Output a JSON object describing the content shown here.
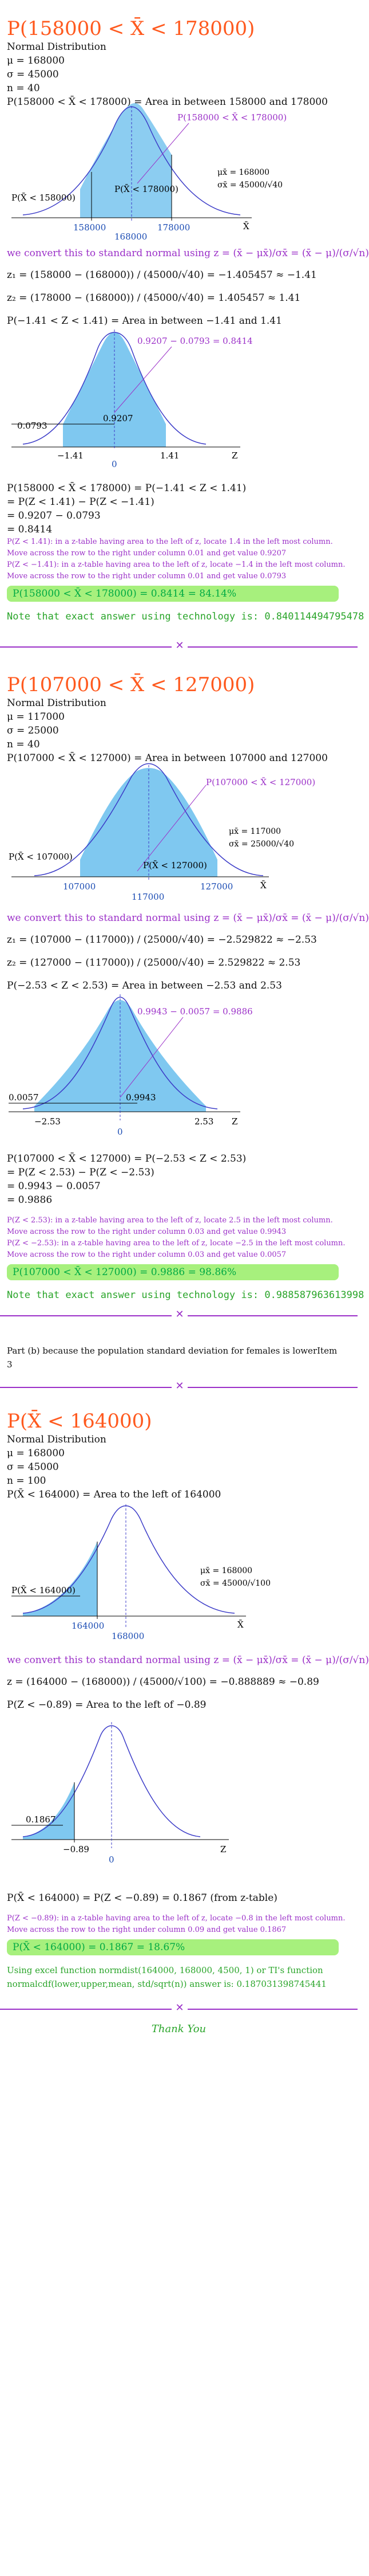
{
  "part_a": {
    "title": "P(158000 < X̄ < 178000)",
    "lines": [
      "Normal Distribution",
      "μ = 168000",
      "σ = 45000",
      "n = 40"
    ],
    "area_line": "P(158000 < X̄ < 178000) = Area in between 158000 and 178000",
    "graph1": {
      "label_area": "P(158000 < X̄ < 178000)",
      "label_region": "P(X̄ < 178000)",
      "label_left": "P(X̄ < 158000)",
      "mu_label": "μx̄ = 168000",
      "sigma_label": "σx̄ = 45000/√40",
      "ticks": [
        "158000",
        "178000"
      ],
      "center": "168000",
      "axis": "X̄"
    },
    "convert_line": "we convert this to standard normal using z = (x̄ − μx̄)/σx̄ = (x̄ − μ)/(σ/√n)",
    "z1": "z₁ = (158000 − (168000)) / (45000/√40) = −1.405457 ≈ −1.41",
    "z2": "z₂ = (178000 − (168000)) / (45000/√40) = 1.405457 ≈ 1.41",
    "z_area": "P(−1.41 < Z < 1.41) = Area in between −1.41 and 1.41",
    "graph2": {
      "label_top": "0.9207 − 0.0793 = 0.8414",
      "label_mid": "0.9207",
      "label_left": "0.0793",
      "ticks": [
        "−1.41",
        "1.41"
      ],
      "zero": "0",
      "axis": "Z"
    },
    "steps": [
      "P(158000 < X̄ < 178000) = P(−1.41 < Z < 1.41)",
      "= P(Z < 1.41) − P(Z < −1.41)",
      "= 0.9207 − 0.0793",
      "= 0.8414"
    ],
    "note1": "P(Z < 1.41): in a z-table having area to the left of z, locate 1.4 in the left most column. Move across the row to the right under column 0.01 and get value 0.9207",
    "note2": "P(Z < −1.41): in a z-table having area to the left of z, locate −1.4 in the left most column. Move across the row to the right under column 0.01 and get value 0.0793",
    "result": "P(158000 < X̄ < 178000) = 0.8414 = 84.14%",
    "tech": "Note that exact answer using technology is: 0.840114494795478"
  },
  "part_b": {
    "title": "P(107000 < X̄ < 127000)",
    "lines": [
      "Normal Distribution",
      "μ = 117000",
      "σ = 25000",
      "n = 40"
    ],
    "area_line": "P(107000 < X̄ < 127000) = Area in between 107000 and 127000",
    "graph1": {
      "label_area": "P(107000 < X̄ < 127000)",
      "label_region": "P(X̄ < 127000)",
      "label_left": "P(X̄ < 107000)",
      "mu_label": "μx̄ = 117000",
      "sigma_label": "σx̄ = 25000/√40",
      "ticks": [
        "107000",
        "127000"
      ],
      "center": "117000",
      "axis": "X̄"
    },
    "convert_line": "we convert this to standard normal using z = (x̄ − μx̄)/σx̄ = (x̄ − μ)/(σ/√n)",
    "z1": "z₁ = (107000 − (117000)) / (25000/√40) = −2.529822 ≈ −2.53",
    "z2": "z₂ = (127000 − (117000)) / (25000/√40) = 2.529822 ≈ 2.53",
    "z_area": "P(−2.53 < Z < 2.53) = Area in between −2.53 and 2.53",
    "graph2": {
      "label_top": "0.9943 − 0.0057 = 0.9886",
      "label_mid": "0.9943",
      "label_left": "0.0057",
      "ticks": [
        "−2.53",
        "2.53"
      ],
      "zero": "0",
      "axis": "Z"
    },
    "steps": [
      "P(107000 < X̄ < 127000) = P(−2.53 < Z < 2.53)",
      "= P(Z < 2.53) − P(Z < −2.53)",
      "= 0.9943 − 0.0057",
      "= 0.9886"
    ],
    "note1": "P(Z < 2.53): in a z-table having area to the left of z, locate 2.5 in the left most column. Move across the row to the right under column 0.03 and get value 0.9943",
    "note2": "P(Z < −2.53): in a z-table having area to the left of z, locate −2.5 in the left most column. Move across the row to the right under column 0.03 and get value 0.0057",
    "result": "P(107000 < X̄ < 127000) = 0.9886 = 98.86%",
    "tech": "Note that exact answer using technology is: 0.988587963613998",
    "part_b_text": "Part (b) because the population standard deviation for females is lowerItem",
    "part_b_num": "3"
  },
  "part_c": {
    "title": "P(X̄ < 164000)",
    "lines": [
      "Normal Distribution",
      "μ = 168000",
      "σ = 45000",
      "n = 100"
    ],
    "area_line": "P(X̄ < 164000) = Area to the left of 164000",
    "graph1": {
      "label_left": "P(X̄ < 164000)",
      "mu_label": "μx̄ = 168000",
      "sigma_label": "σx̄ = 45000/√100",
      "tick": "164000",
      "center": "168000",
      "axis": "X̄"
    },
    "convert_line": "we convert this to standard normal using z = (x̄ − μx̄)/σx̄ = (x̄ − μ)/(σ/√n)",
    "z1": "z = (164000 − (168000)) / (45000/√100) = −0.888889 ≈ −0.89",
    "z_area": "P(Z < −0.89) = Area to the left of −0.89",
    "graph2": {
      "label_left": "0.1867",
      "tick": "−0.89",
      "zero": "0",
      "axis": "Z"
    },
    "step": "P(X̄ < 164000) = P(Z < −0.89) = 0.1867 (from z-table)",
    "note1": "P(Z < −0.89): in a z-table having area to the left of z, locate −0.8 in the left most column. Move across the row to the right under column 0.09 and get value 0.1867",
    "result": "P(X̄ < 164000) = 0.1867 = 18.67%",
    "tech1": "Using excel function normdist(164000, 168000, 4500, 1) or TI's function",
    "tech2": "normalcdf(lower,upper,mean, std/sqrt(n)) answer is: 0.187031398745441"
  },
  "thanks": "Thank You"
}
